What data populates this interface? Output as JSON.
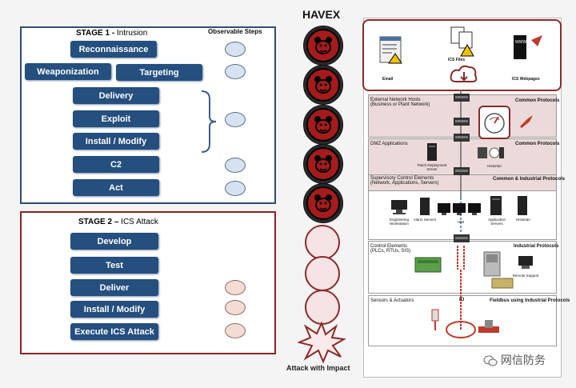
{
  "title": "HAVEX",
  "stage1": {
    "title_bold": "STAGE 1 -",
    "title_rest": " Intrusion",
    "observable_header": "Observable Steps",
    "steps": [
      "Reconnaissance",
      "Weaponization",
      "Targeting",
      "Delivery",
      "Exploit",
      "Install / Modify",
      "C2",
      "Act"
    ]
  },
  "stage2": {
    "title_bold": "STAGE 2 –",
    "title_rest": " ICS Attack",
    "steps": [
      "Develop",
      "Test",
      "Deliver",
      "Install / Modify",
      "Execute ICS Attack"
    ]
  },
  "impact_label": "Attack with Impact",
  "network": {
    "top_items": [
      "Email",
      "ICS Files",
      "ICS Webpages"
    ],
    "zones": [
      {
        "name": "External Network Hosts",
        "sub": "(Business or Plant Network)",
        "proto": "Common Protocols"
      },
      {
        "name": "DMZ Applications",
        "sub": "",
        "proto": "Common Protocols"
      },
      {
        "name": "Supervisory Control Elements",
        "sub": "(Network, Applications, Servers)",
        "proto": "Common & Industrial Protocols"
      },
      {
        "name": "Control Elements",
        "sub": "(PLCs, RTUs, SIS)",
        "proto": "Industrial Protocols"
      },
      {
        "name": "Sensors & Actuators",
        "sub": "",
        "proto": "Fieldbus using Industrial Protocols"
      }
    ],
    "dmz_devices": [
      "Patch Deployment Server",
      "Historian"
    ],
    "supervisory_devices": [
      "Engineering Workstation",
      "Alarm Servers",
      "HMI",
      "Application Servers",
      "Historian"
    ],
    "control_devices": [
      "Remote Support"
    ],
    "sensor_label": "IO"
  },
  "watermark": "网信防务",
  "colors": {
    "stage1_border": "#2f4f6f",
    "stage2_border": "#8b2323",
    "button": "#244f7e",
    "havex_red": "#a61b1b"
  }
}
